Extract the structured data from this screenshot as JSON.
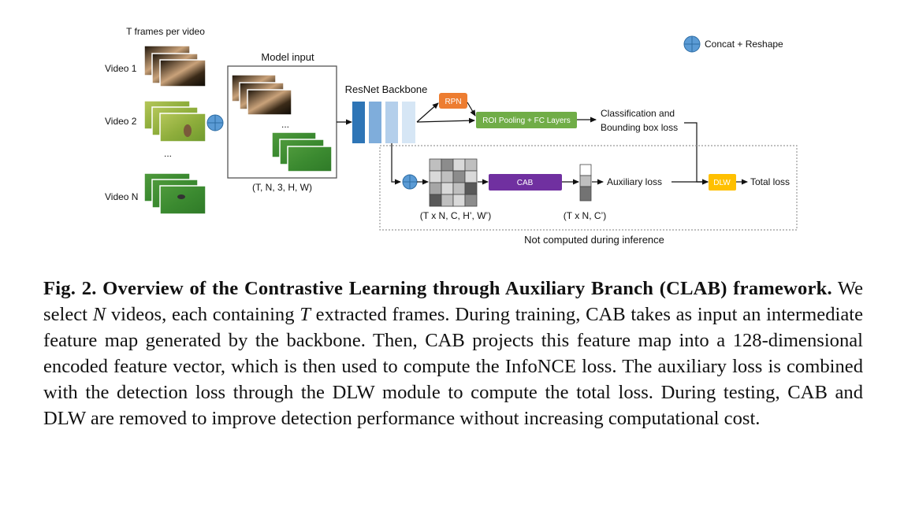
{
  "diagram": {
    "frames_label": "T frames per video",
    "videos": [
      "Video 1",
      "Video 2",
      "...",
      "Video N"
    ],
    "model_input_label": "Model input",
    "model_input_dots": "...",
    "input_shape": "(T, N, 3, H, W)",
    "backbone_label": "ResNet Backbone",
    "rpn_label": "RPN",
    "roi_label": "ROI Pooling + FC Layers",
    "cls_loss_line1": "Classification and",
    "cls_loss_line2": "Bounding box loss",
    "feature_shape": "(T x N, C, H’, W’)",
    "cab_label": "CAB",
    "vector_shape": "(T x N, C’)",
    "aux_loss_label": "Auxiliary loss",
    "dlw_label": "DLW",
    "total_loss_label": "Total loss",
    "not_computed_label": "Not computed during inference",
    "legend_label": "Concat + Reshape",
    "colors": {
      "rpn": "#ED7D31",
      "roi": "#70AD47",
      "cab": "#7030A0",
      "dlw": "#FFC000",
      "concat": "#5B9BD5",
      "backbone": [
        "#2E75B6",
        "#7FADDB",
        "#B4CFEB",
        "#D6E6F5"
      ]
    }
  },
  "caption": {
    "heading": "Fig. 2. Overview of the Contrastive Learning through Auxiliary Branch (CLAB) framework.",
    "p1": " We select ",
    "N": "N",
    "p2": " videos, each containing ",
    "T": "T",
    "p3": " extracted frames. During training, CAB takes as input an intermediate feature map generated by the backbone. Then, CAB projects this feature map into a 128-dimensional encoded feature vector, which is then used to compute the InfoNCE loss. The auxiliary loss is combined with the detection loss through the DLW module to compute the total loss. During testing, CAB and DLW are removed to improve detection performance without increasing computational cost."
  }
}
